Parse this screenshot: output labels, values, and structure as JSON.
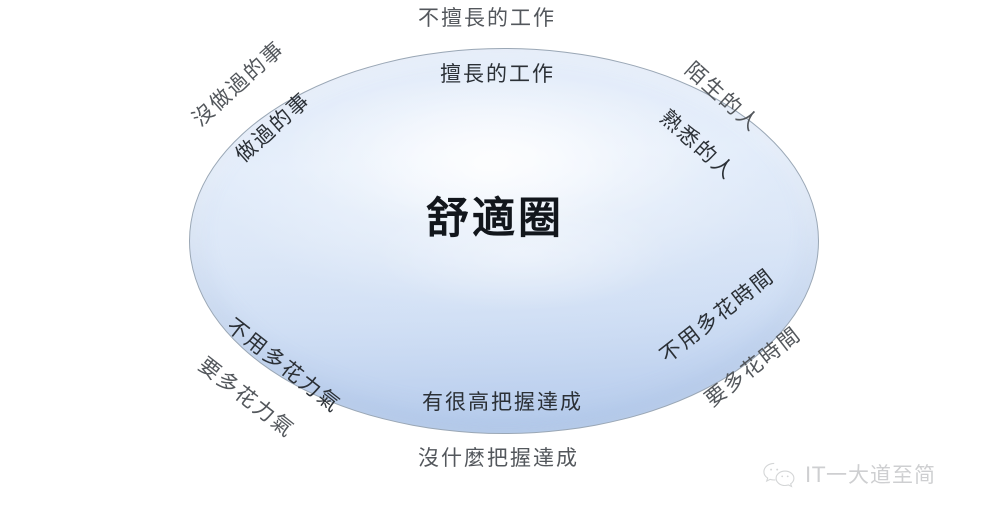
{
  "diagram": {
    "center_label": "舒適圈",
    "labels": {
      "top_outside": "不擅長的工作",
      "top_inside": "擅長的工作",
      "upper_left_outside": "沒做過的事",
      "upper_left_inside": "做過的事",
      "upper_right_outside": "陌生的人",
      "upper_right_inside": "熟悉的人",
      "lower_left_outside": "要多花力氣",
      "lower_left_inside": "不用多花力氣",
      "bottom_inside": "有很高把握達成",
      "bottom_outside": "沒什麼把握達成",
      "lower_right_inside": "不用多花時間",
      "lower_right_outside": "要多花時間"
    },
    "colors": {
      "background": "#ffffff",
      "ellipse_fill_light": "#e2ecfa",
      "ellipse_fill_dark": "#b4cbec",
      "ellipse_border": "#9aa7b5",
      "center_text": "#12161c",
      "outer_text": "#53575c",
      "inner_text": "#2b3036"
    }
  },
  "watermark": {
    "icon": "wechat-icon",
    "text": "IT一大道至简"
  }
}
